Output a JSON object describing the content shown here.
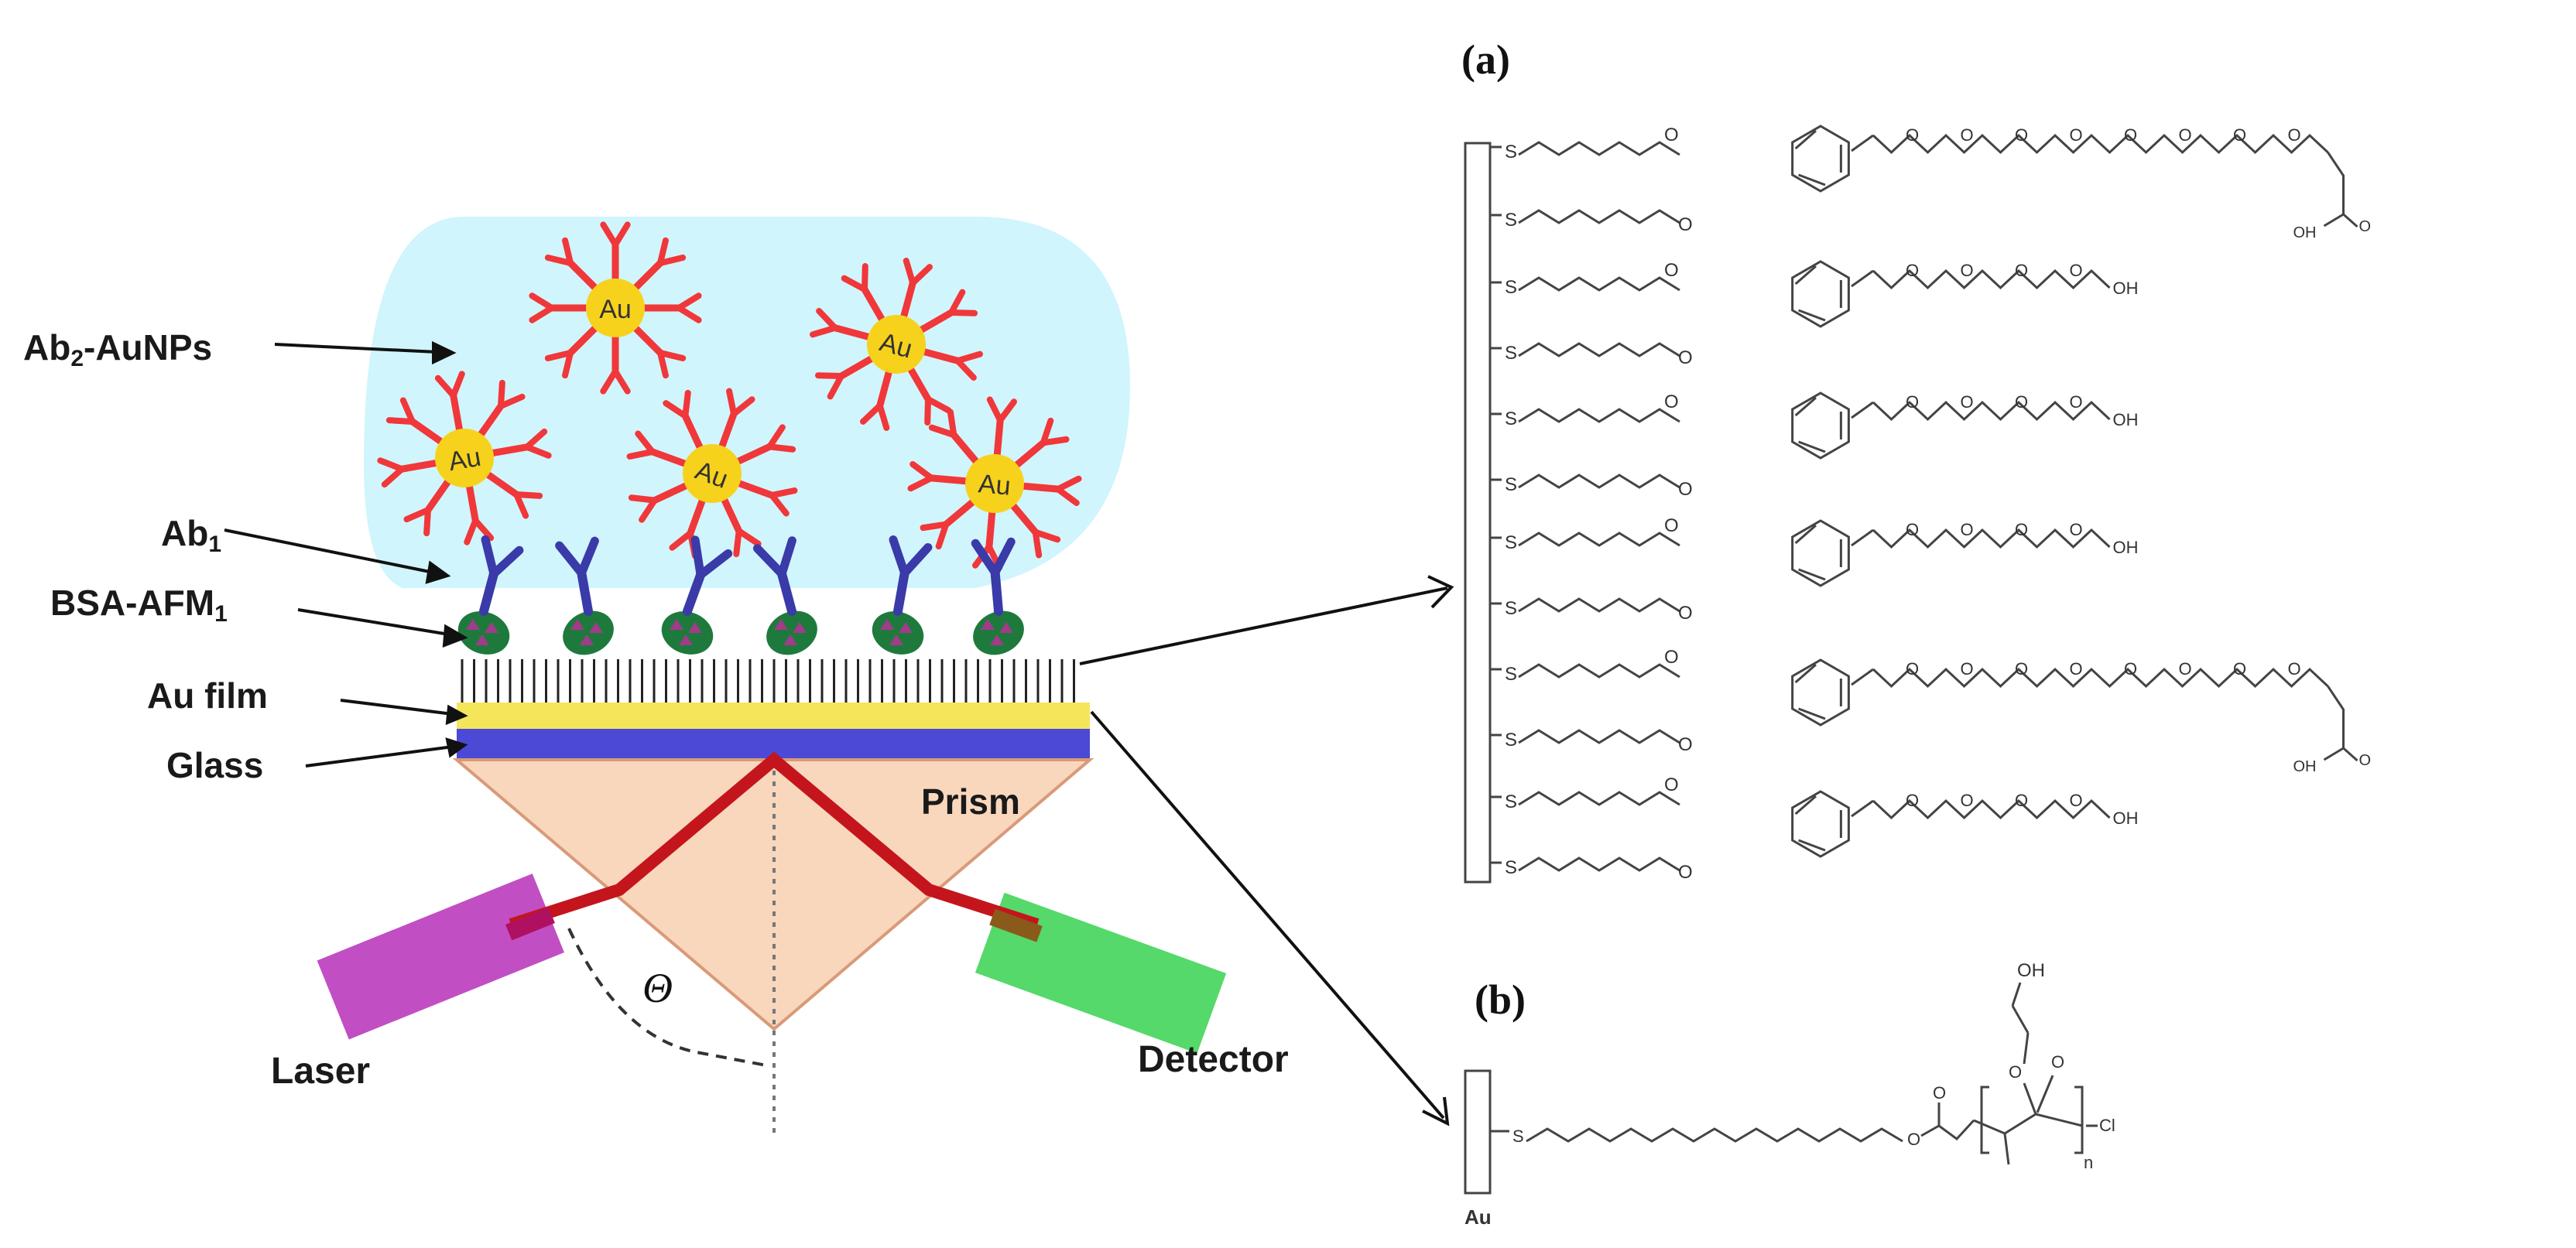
{
  "left": {
    "labels": {
      "ab2_aunps_main": "Ab",
      "ab2_aunps_sub": "2",
      "ab2_aunps_rest": "-AuNPs",
      "ab1_main": "Ab",
      "ab1_sub": "1",
      "bsa_main": "BSA-AFM",
      "bsa_sub": "1",
      "au_film": "Au film",
      "glass": "Glass",
      "prism": "Prism",
      "laser": "Laser",
      "detector": "Detector",
      "theta": "Θ"
    },
    "nanoparticle_label": "Au",
    "colors": {
      "solution": "#c8f3fb",
      "antibody2": "#f0373a",
      "gold_particle": "#f7d21c",
      "antibody1": "#3a3aa8",
      "bsa": "#1e7a3c",
      "au_film": "#f5e55a",
      "glass": "#4b49d6",
      "prism": "#f9d7bd",
      "beam": "#c4151d",
      "laser": "#c24ec4",
      "detector": "#55d96a"
    }
  },
  "panel_a": {
    "label": "(a)",
    "atoms": {
      "sulfur": "S",
      "oxygen": "O",
      "hydroxyl": "OH"
    }
  },
  "panel_b": {
    "label": "(b)",
    "atoms": {
      "sulfur": "S",
      "oxygen": "O",
      "hydroxyl": "OH",
      "chlorine": "Cl",
      "repeat": "n",
      "substrate": "Au"
    }
  }
}
